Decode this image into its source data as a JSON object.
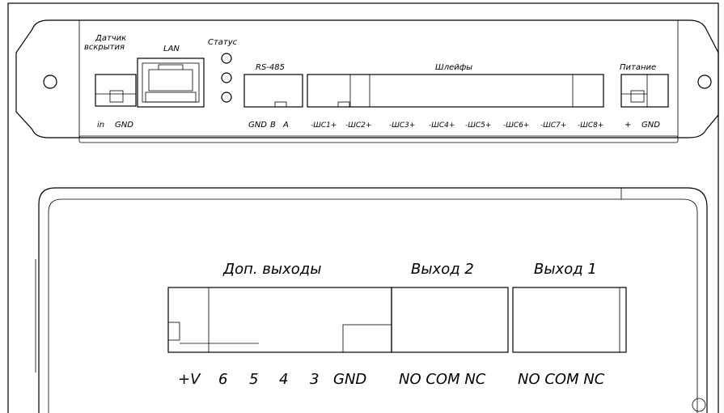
{
  "top_panel": {
    "tamper_sensor": {
      "line1": "Датчик",
      "line2": "вскрытия",
      "pin_in": "in",
      "pin_gnd": "GND"
    },
    "lan": "LAN",
    "status": "Статус",
    "rs485": {
      "title": "RS-485",
      "pin_gnd": "GND",
      "pin_b": "B",
      "pin_a": "A"
    },
    "loops": {
      "title": "Шлейфы",
      "pins": [
        "-ШС1+",
        "-ШС2+",
        "-ШС3+",
        "-ШС4+",
        "-ШС5+",
        "-ШС6+",
        "-ШС7+",
        "-ШС8+"
      ]
    },
    "power": {
      "title": "Питание",
      "pin_plus": "+",
      "pin_gnd": "GND"
    }
  },
  "bottom_panel": {
    "aux_outputs": {
      "title": "Доп. выходы",
      "pins": [
        "+V",
        "6",
        "5",
        "4",
        "3",
        "GND"
      ]
    },
    "output2": {
      "title": "Выход 2",
      "pins": "NO COM NC"
    },
    "output1": {
      "title": "Выход 1",
      "pins": "NO COM NC"
    }
  }
}
